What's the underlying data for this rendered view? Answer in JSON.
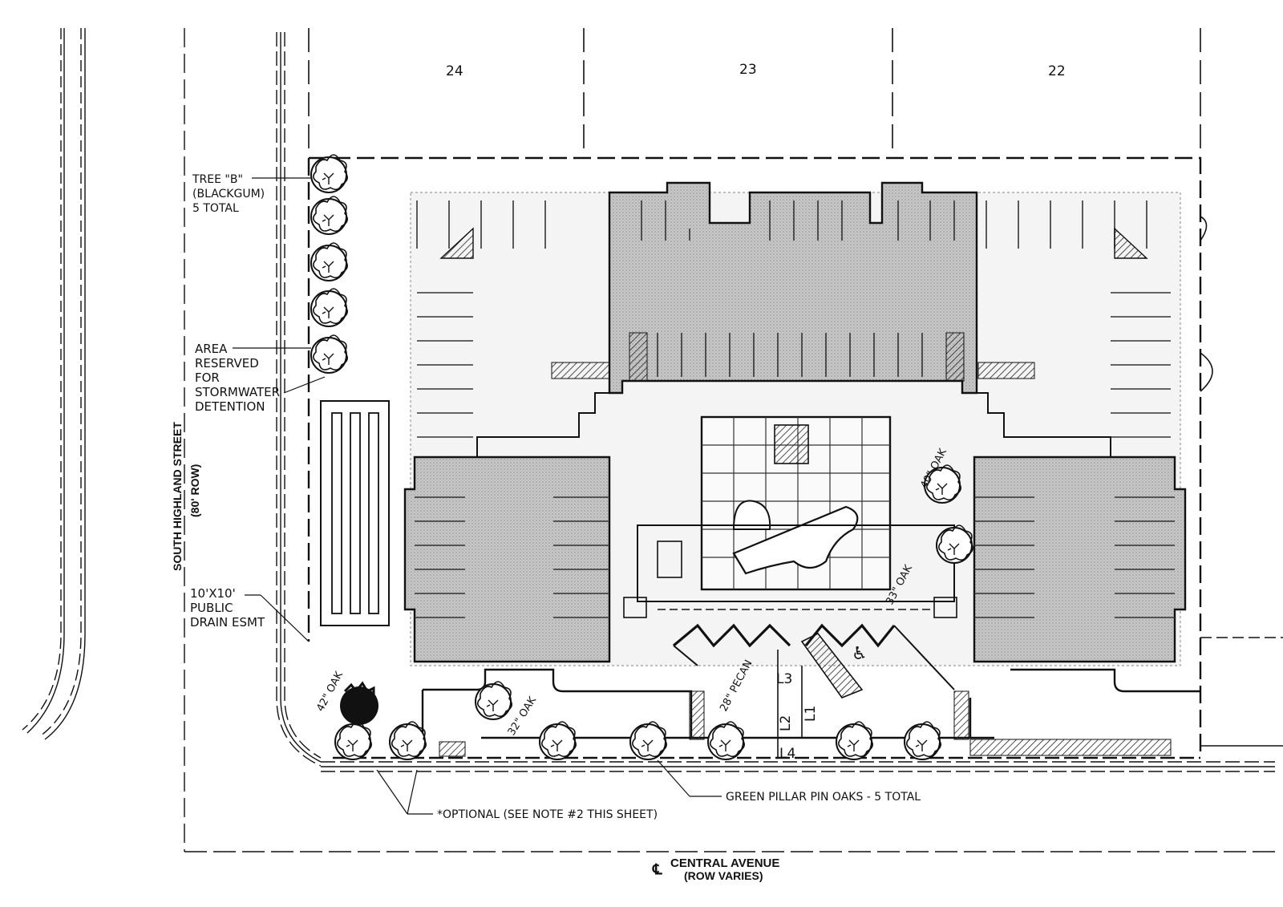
{
  "lots": [
    "24",
    "23",
    "22"
  ],
  "streets": {
    "west_name": "SOUTH HIGHLAND STREET",
    "west_row": "(80' ROW)",
    "south_name": "CENTRAL AVENUE",
    "south_row": "(ROW VARIES)",
    "centerline_mark": "℄"
  },
  "callouts": {
    "tree_b": [
      "TREE \"B\"",
      "(BLACKGUM)",
      "5 TOTAL"
    ],
    "stormwater": [
      "AREA",
      "RESERVED",
      "FOR",
      "STORMWATER",
      "DETENTION"
    ],
    "drain": [
      "10'X10'",
      "PUBLIC",
      "DRAIN ESMT"
    ],
    "pin_oaks": "GREEN PILLAR PIN OAKS - 5 TOTAL",
    "optional": "*OPTIONAL (SEE NOTE #2 THIS SHEET)"
  },
  "tree_labels": {
    "oak_42": "42\" OAK",
    "oak_32": "32\" OAK",
    "pecan_28": "28\" PECAN",
    "oak_40": "40\" OAK",
    "oak_33": "33\" OAK"
  },
  "line_labels": [
    "L1",
    "L2",
    "L3",
    "L4"
  ],
  "colors": {
    "ink": "#111111",
    "building": "#bdbdbd",
    "paving": "#e6e6e6"
  }
}
